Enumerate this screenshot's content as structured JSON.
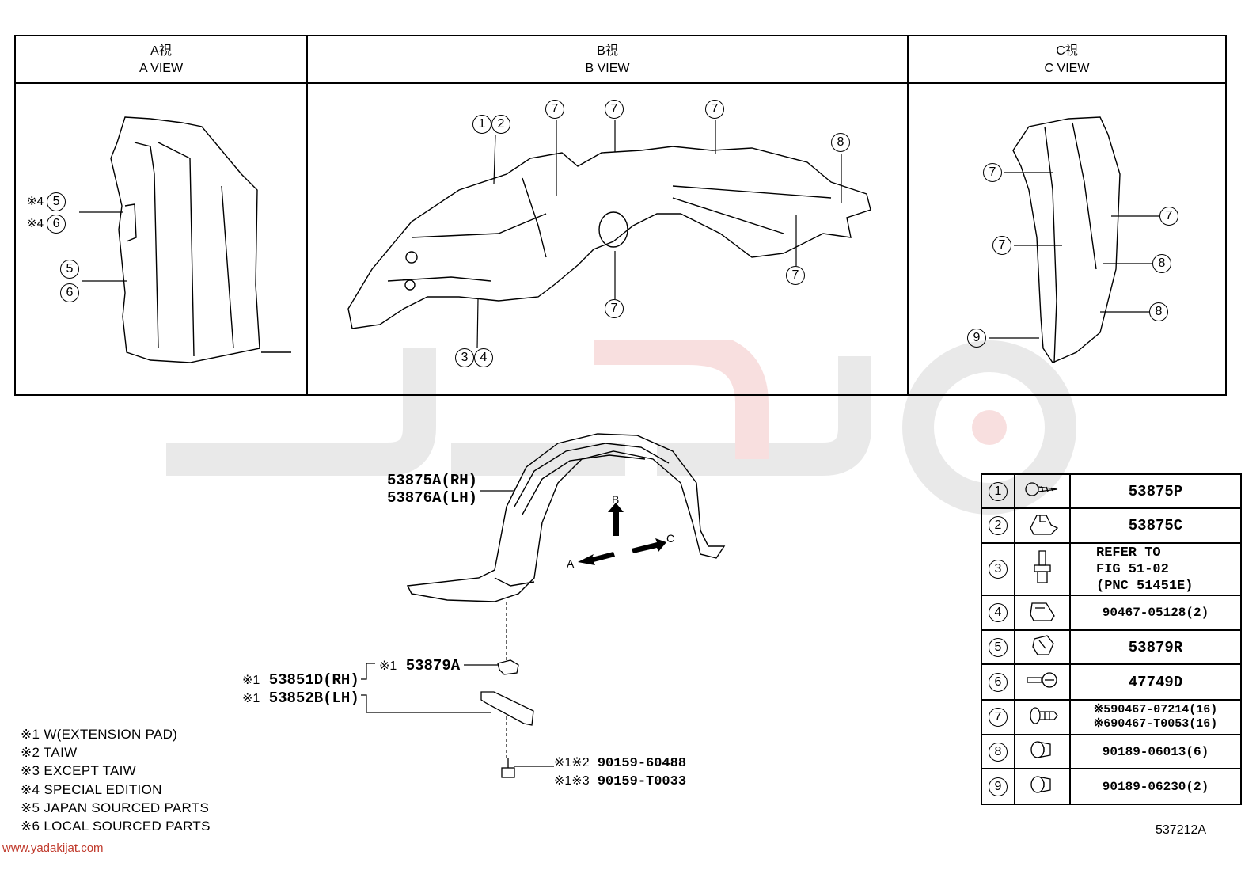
{
  "views": [
    {
      "jp": "A視",
      "en": "A VIEW"
    },
    {
      "jp": "B視",
      "en": "B VIEW"
    },
    {
      "jp": "C視",
      "en": "C VIEW"
    }
  ],
  "view_a_labels": {
    "l1_prefix": "※4",
    "l1_num": "5",
    "l2_prefix": "※4",
    "l2_num": "6",
    "l3_num": "5",
    "l4_num": "6"
  },
  "view_b_labels": {
    "n1": "1",
    "n2": "2",
    "n3": "3",
    "n4": "4",
    "n7": "7",
    "n8": "8"
  },
  "view_c_labels": {
    "n7": "7",
    "n8": "8",
    "n9": "9"
  },
  "main_labels": {
    "liner_rh": "53875A(RH)",
    "liner_lh": "53876A(LH)",
    "arrow_a": "A",
    "arrow_b": "B",
    "arrow_c": "C",
    "pad_mark": "※1",
    "pad": "53879A",
    "bracket_rh_mark": "※1",
    "bracket_rh": "53851D(RH)",
    "bracket_lh_mark": "※1",
    "bracket_lh": "53852B(LH)",
    "bolt1_mark": "※1※2",
    "bolt1": "90159-60488",
    "bolt2_mark": "※1※3",
    "bolt2": "90159-T0033"
  },
  "parts_table": [
    {
      "num": "1",
      "icon": "screw-icon",
      "value": "53875P"
    },
    {
      "num": "2",
      "icon": "clip-icon",
      "value": "53875C"
    },
    {
      "num": "3",
      "icon": "stud-bolt-icon",
      "lines": [
        "REFER TO",
        "FIG 51-02",
        "(PNC 51451E)"
      ]
    },
    {
      "num": "4",
      "icon": "nut-clip-icon",
      "value": "90467-05128(2)"
    },
    {
      "num": "5",
      "icon": "retainer-icon",
      "value": "53879R"
    },
    {
      "num": "6",
      "icon": "screw-grommet-icon",
      "value": "47749D"
    },
    {
      "num": "7",
      "icon": "push-clip-icon",
      "lines": [
        "※590467-07214(16)",
        "※690467-T0053(16)"
      ]
    },
    {
      "num": "8",
      "icon": "nut-icon",
      "value": "90189-06013(6)"
    },
    {
      "num": "9",
      "icon": "nut-icon",
      "value": "90189-06230(2)"
    }
  ],
  "notes": [
    "※1 W(EXTENSION PAD)",
    "※2 TAIW",
    "※3 EXCEPT TAIW",
    "※4 SPECIAL EDITION",
    "※5 JAPAN SOURCED PARTS",
    "※6 LOCAL SOURCED PARTS"
  ],
  "figure_code": "537212A",
  "watermark_url": "www.yadakijat.com"
}
